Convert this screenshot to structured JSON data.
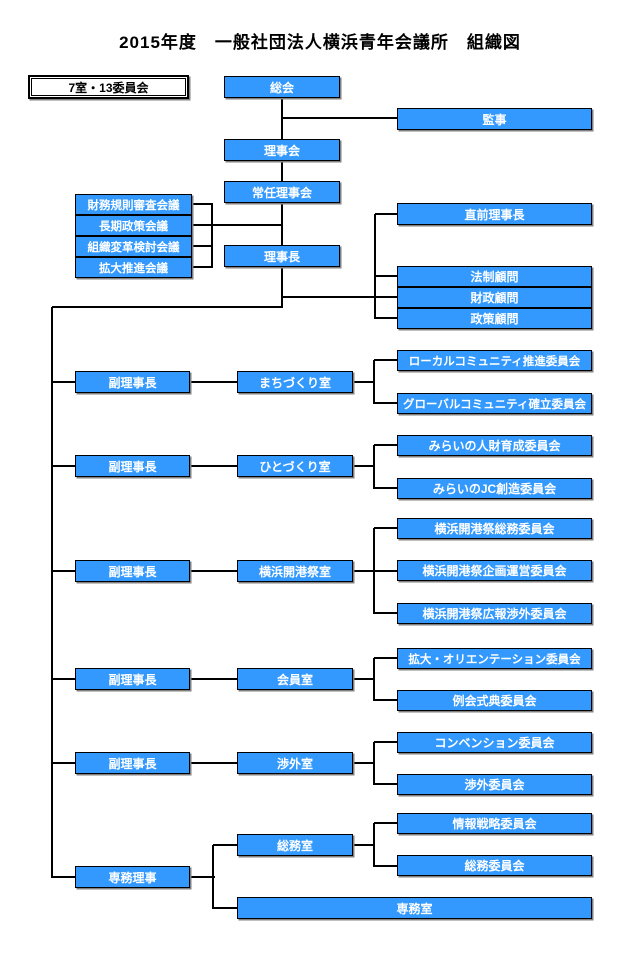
{
  "title": "2015年度　一般社団法人横浜青年会議所　組織図",
  "legend": {
    "label": "7室・13委員会"
  },
  "colors": {
    "box_fill": "#3399FF",
    "box_border": "#000000",
    "box_text": "#FFFFFF",
    "connector": "#000000",
    "shadow": "#808080",
    "background": "#FFFFFF"
  },
  "nodes": [
    {
      "id": "soukai",
      "label": "総会",
      "parent": null
    },
    {
      "id": "kanji",
      "label": "監事",
      "parent": "総会"
    },
    {
      "id": "rijikai",
      "label": "理事会",
      "parent": "総会"
    },
    {
      "id": "jounin-rijikai",
      "label": "常任理事会",
      "parent": "理事会"
    },
    {
      "id": "zaimu-kisoku",
      "label": "財務規則審査会議",
      "parent": "常任理事会"
    },
    {
      "id": "chouki-seisaku",
      "label": "長期政策会議",
      "parent": "常任理事会"
    },
    {
      "id": "soshiki-henkaku",
      "label": "組織変革検討会議",
      "parent": "常任理事会"
    },
    {
      "id": "kakudai-suishin",
      "label": "拡大推進会議",
      "parent": "常任理事会"
    },
    {
      "id": "rijichou",
      "label": "理事長",
      "parent": "常任理事会"
    },
    {
      "id": "chokuzen",
      "label": "直前理事長",
      "parent": "理事長"
    },
    {
      "id": "housei-komon",
      "label": "法制顧問",
      "parent": "理事長"
    },
    {
      "id": "zaisei-komon",
      "label": "財政顧問",
      "parent": "理事長"
    },
    {
      "id": "seisaku-komon",
      "label": "政策顧問",
      "parent": "理事長"
    },
    {
      "id": "fuku1",
      "label": "副理事長",
      "parent": "理事長"
    },
    {
      "id": "machizukuri",
      "label": "まちづくり室",
      "parent": "副理事長(まちづくり)"
    },
    {
      "id": "local-community",
      "label": "ローカルコミュニティ推進委員会",
      "parent": "まちづくり室"
    },
    {
      "id": "global-community",
      "label": "グローバルコミュニティ確立委員会",
      "parent": "まちづくり室"
    },
    {
      "id": "fuku2",
      "label": "副理事長",
      "parent": "理事長"
    },
    {
      "id": "hitozukuri",
      "label": "ひとづくり室",
      "parent": "副理事長(ひとづくり)"
    },
    {
      "id": "mirai-jinzai",
      "label": "みらいの人財育成委員会",
      "parent": "ひとづくり室"
    },
    {
      "id": "mirai-jc",
      "label": "みらいのJC創造委員会",
      "parent": "ひとづくり室"
    },
    {
      "id": "fuku3",
      "label": "副理事長",
      "parent": "理事長"
    },
    {
      "id": "kaikousai",
      "label": "横浜開港祭室",
      "parent": "副理事長(横浜開港祭)"
    },
    {
      "id": "kaikou-soumu",
      "label": "横浜開港祭総務委員会",
      "parent": "横浜開港祭室"
    },
    {
      "id": "kaikou-kikaku",
      "label": "横浜開港祭企画運営委員会",
      "parent": "横浜開港祭室"
    },
    {
      "id": "kaikou-kouhou",
      "label": "横浜開港祭広報渉外委員会",
      "parent": "横浜開港祭室"
    },
    {
      "id": "fuku4",
      "label": "副理事長",
      "parent": "理事長"
    },
    {
      "id": "kaiin",
      "label": "会員室",
      "parent": "副理事長(会員)"
    },
    {
      "id": "kakudai-ori",
      "label": "拡大・オリエンテーション委員会",
      "parent": "会員室"
    },
    {
      "id": "reikai-shikiten",
      "label": "例会式典委員会",
      "parent": "会員室"
    },
    {
      "id": "fuku5",
      "label": "副理事長",
      "parent": "理事長"
    },
    {
      "id": "shougai-shitsu",
      "label": "渉外室",
      "parent": "副理事長(渉外)"
    },
    {
      "id": "convention",
      "label": "コンベンション委員会",
      "parent": "渉外室"
    },
    {
      "id": "shougai-iinkai",
      "label": "渉外委員会",
      "parent": "渉外室"
    },
    {
      "id": "senmu-riji",
      "label": "専務理事",
      "parent": "理事長"
    },
    {
      "id": "soumu-shitsu",
      "label": "総務室",
      "parent": "専務理事"
    },
    {
      "id": "jouhou-senryaku",
      "label": "情報戦略委員会",
      "parent": "総務室"
    },
    {
      "id": "soumu-iinkai",
      "label": "総務委員会",
      "parent": "総務室"
    },
    {
      "id": "senmu-shitsu",
      "label": "専務室",
      "parent": "専務理事"
    }
  ]
}
